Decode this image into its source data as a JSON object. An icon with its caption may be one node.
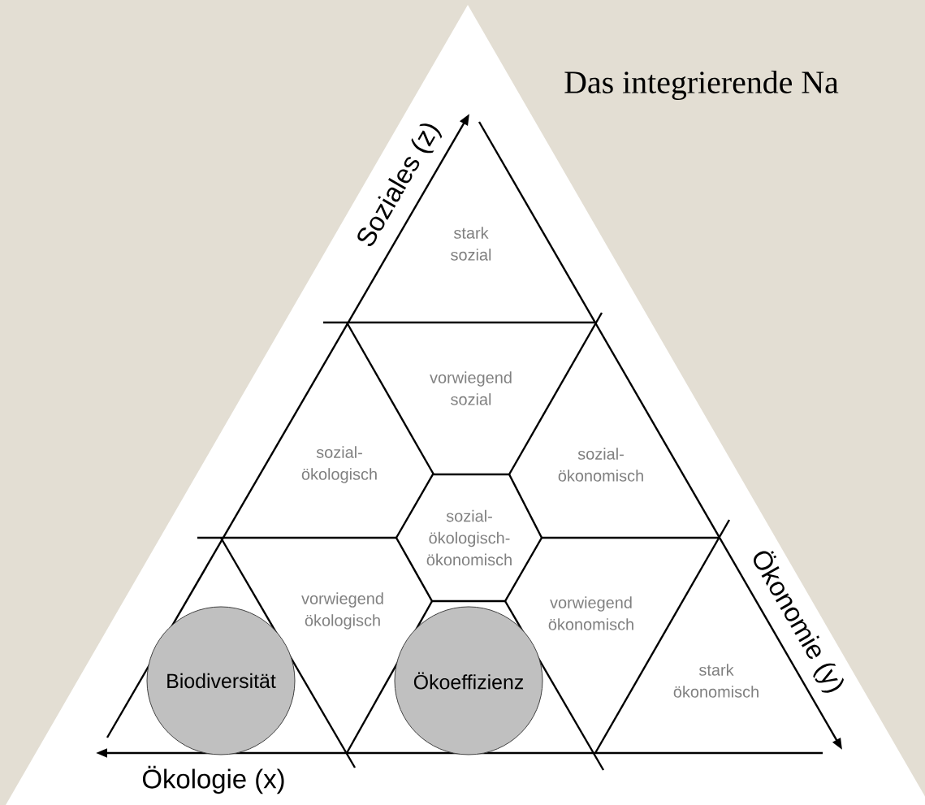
{
  "diagram": {
    "title": "Das integrierende Na",
    "nodes": [
      {
        "text": [
          "stark sozial"
        ]
      },
      {
        "text": [
          "vorwiegend sozial"
        ]
      },
      {
        "text": [
          "sozial-ökologisch"
        ]
      },
      {
        "text": [
          "sozial-ökonomisch"
        ]
      },
      {
        "text": [
          "sozial-ökologisch-ökonomisch"
        ]
      },
      {
        "text": [
          "vorwiegend ökologisch"
        ]
      },
      {
        "text": [
          "vorwiegend ökonomisch"
        ]
      },
      {
        "text": [
          "Biodiversität"
        ]
      },
      {
        "text": [
          "Ökoeffizienz"
        ]
      },
      {
        "text": [
          "stark ökonomisch"
        ]
      }
    ],
    "labels": [
      "Soziales (z)",
      "Ökonomie (y)",
      "Ökologie (x)"
    ]
  }
}
